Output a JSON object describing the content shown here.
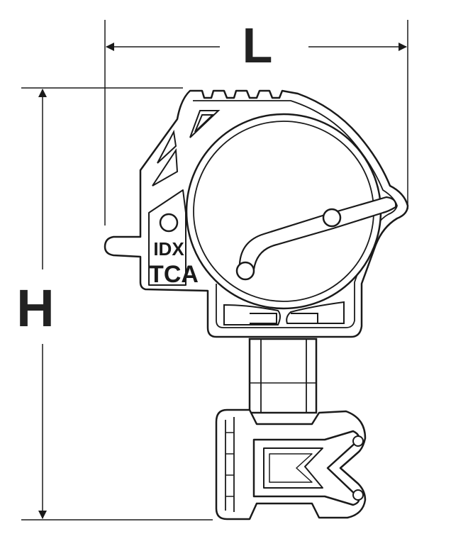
{
  "dimensions": {
    "length_label": "L",
    "height_label": "H"
  },
  "marking": {
    "line1": "IDX",
    "line2": "TCA"
  },
  "colors": {
    "line": "#1a1a1a",
    "background": "#ffffff"
  }
}
